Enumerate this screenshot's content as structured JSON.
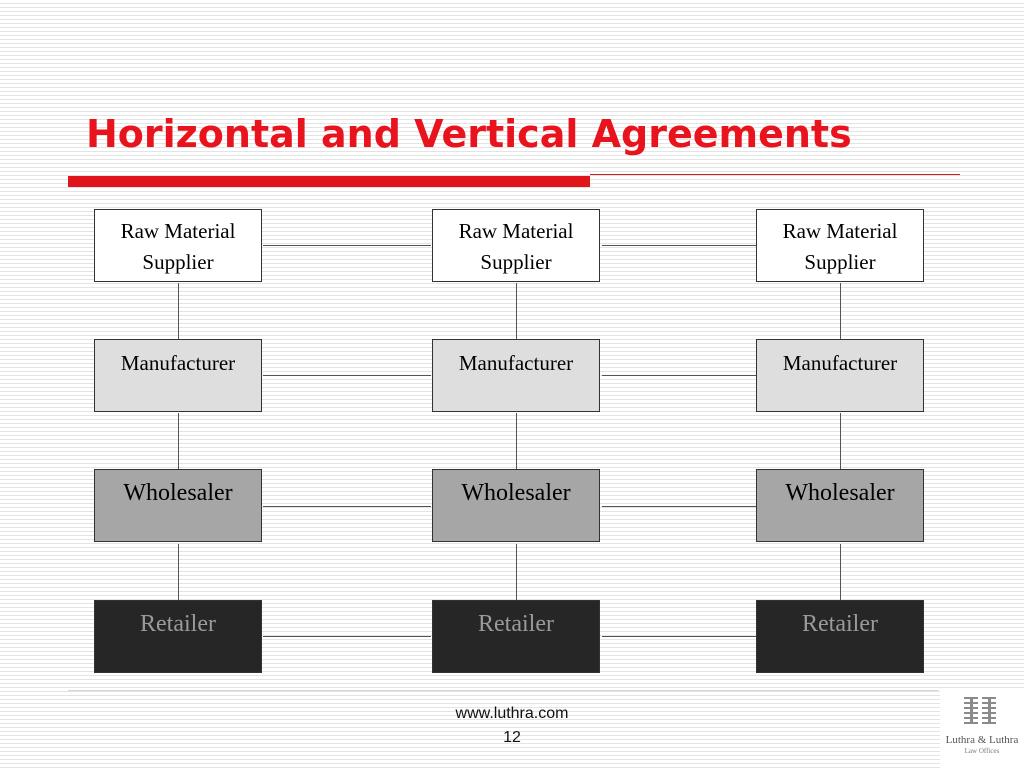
{
  "slide": {
    "title": "Horizontal and Vertical Agreements",
    "footer": {
      "url": "www.luthra.com",
      "page_number": "12"
    },
    "logo": {
      "name": "Luthra & Luthra",
      "subtitle": "Law Offices"
    }
  },
  "diagram": {
    "columns": [
      {
        "supplier": "Raw Material\nSupplier",
        "manufacturer": "Manufacturer",
        "wholesaler": "Wholesaler",
        "retailer": "Retailer"
      },
      {
        "supplier": "Raw Material\nSupplier",
        "manufacturer": "Manufacturer",
        "wholesaler": "Wholesaler",
        "retailer": "Retailer"
      },
      {
        "supplier": "Raw  Material\nSupplier",
        "manufacturer": "Manufacturer",
        "wholesaler": "Wholesaler",
        "retailer": "Retailer"
      }
    ]
  },
  "colors": {
    "title": "#e8131c",
    "accent_bar": "#e0141b",
    "supplier_fill": "#ffffff",
    "manufacturer_fill": "#dedede",
    "wholesaler_fill": "#a6a6a6",
    "retailer_fill": "#262626",
    "retailer_text": "#9a9a9a"
  }
}
